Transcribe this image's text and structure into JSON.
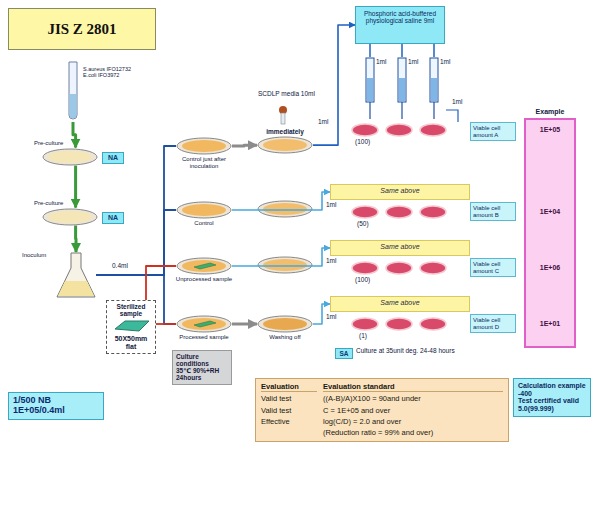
{
  "diagram": {
    "title": "JIS Z 2801",
    "nodes": [
      {
        "text": [
          "S.aureus IFO12732 E.coli IFO3972"
        ]
      },
      {
        "text": [
          "Pre-culture"
        ]
      },
      {
        "text": [
          "NA"
        ]
      },
      {
        "text": [
          "Pre-culture"
        ]
      },
      {
        "text": [
          "NA"
        ]
      },
      {
        "text": [
          "Inoculum"
        ]
      },
      {
        "text": [
          "1/500 NB 1E+05/0.4ml"
        ]
      },
      {
        "text": [
          "Sterilized sample",
          "50X50mm flat"
        ]
      },
      {
        "text": [
          "Control just after inoculation"
        ]
      },
      {
        "text": [
          "Control"
        ]
      },
      {
        "text": [
          "Unprocessed sample"
        ]
      },
      {
        "text": [
          "Processed sample"
        ]
      },
      {
        "text": [
          "Culture conditions",
          "35℃ 90%+RH 24hours"
        ]
      },
      {
        "text": [
          "immediately"
        ]
      },
      {
        "text": [
          "Washing off"
        ]
      },
      {
        "text": [
          "Phosphoric acid-buffered physiological saline 9ml"
        ]
      },
      {
        "text": [
          "Same above"
        ]
      },
      {
        "text": [
          "Same above"
        ]
      },
      {
        "text": [
          "Same above"
        ]
      },
      {
        "text": [
          "Viable cell amount A"
        ]
      },
      {
        "text": [
          "Viable cell amount B"
        ]
      },
      {
        "text": [
          "Viable cell amount C"
        ]
      },
      {
        "text": [
          "Viable cell amount D"
        ]
      },
      {
        "text": [
          "Example",
          "1E+05",
          "1E+04",
          "1E+06",
          "1E+01"
        ]
      },
      {
        "text": [
          "SA"
        ]
      },
      {
        "text": [
          "Evaluation",
          "Evaluation standard",
          "Valid test",
          "((A-B)/A)X100 = 90and under",
          "Valid test",
          "C = 1E+05 and over",
          "Effective",
          "log(C/D) = 2.0 and over",
          "(Reduction ratio = 99% and over)"
        ]
      },
      {
        "text": [
          "Calculation example -400",
          "Test certified valid 5.0(99.999)"
        ]
      }
    ],
    "edges": [
      {
        "from": 0,
        "to": 1,
        "arrow": "to"
      },
      {
        "from": 1,
        "to": 3,
        "arrow": "to"
      },
      {
        "from": 3,
        "to": 5,
        "arrow": "to"
      },
      {
        "from": 5,
        "to": 8,
        "arrow": "none"
      },
      {
        "from": 5,
        "to": 9,
        "arrow": "none"
      },
      {
        "from": 5,
        "to": 10,
        "arrow": "none"
      },
      {
        "from": 5,
        "to": 11,
        "arrow": "none"
      },
      {
        "from": 7,
        "to": 10,
        "arrow": "none"
      },
      {
        "from": 7,
        "to": 11,
        "arrow": "none"
      },
      {
        "from": 8,
        "to": 13,
        "arrow": "to"
      },
      {
        "from": 9,
        "to": 16,
        "arrow": "to"
      },
      {
        "from": 10,
        "to": 17,
        "arrow": "to"
      },
      {
        "from": 11,
        "to": 14,
        "arrow": "to"
      },
      {
        "from": 13,
        "to": 15,
        "arrow": "to"
      },
      {
        "from": 14,
        "to": 18,
        "arrow": "to"
      }
    ],
    "labels": [
      "0.4ml",
      "SCDLP media 10ml",
      "1ml",
      "1ml",
      "1ml",
      "1ml",
      "1ml",
      "1ml",
      "1ml",
      "1ml",
      "(100)",
      "(50)",
      "(100)",
      "(1)",
      "Culture at 35unit deg. 24-48 hours"
    ]
  }
}
